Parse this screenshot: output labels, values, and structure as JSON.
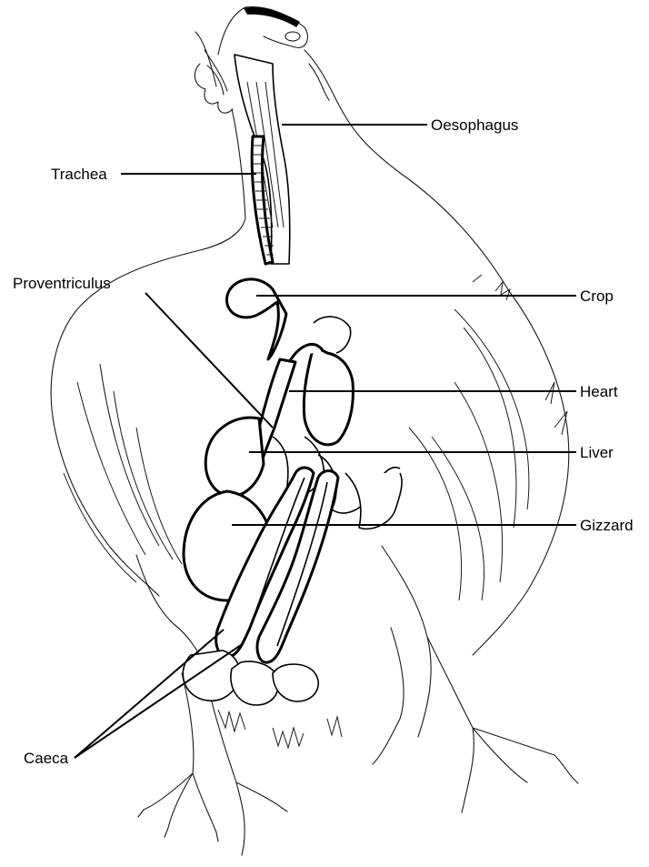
{
  "labels": {
    "oesophagus": "Oesophagus",
    "trachea": "Trachea",
    "proventriculus": "Proventriculus",
    "crop": "Crop",
    "heart": "Heart",
    "liver": "Liver",
    "gizzard": "Gizzard",
    "caeca": "Caeca"
  }
}
